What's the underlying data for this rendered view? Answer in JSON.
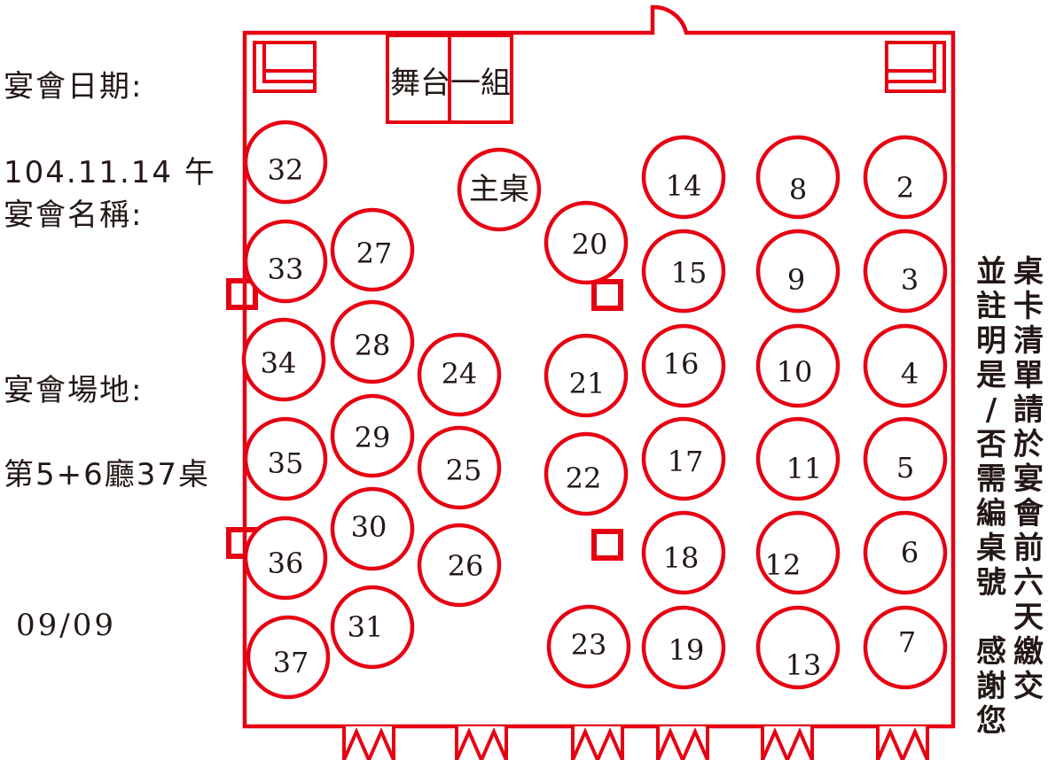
{
  "info": {
    "date_label": "宴會日期:",
    "date_value": "104.11.14 午",
    "name_label": "宴會名稱:",
    "venue_label": "宴會場地:",
    "venue_value": "第5+6廳37桌",
    "page_number": "09/09"
  },
  "stage": {
    "label": "舞台一組"
  },
  "main_table": {
    "label": "主桌"
  },
  "tables": [
    "32",
    "33",
    "34",
    "35",
    "36",
    "37",
    "27",
    "28",
    "29",
    "30",
    "31",
    "24",
    "25",
    "26",
    "20",
    "21",
    "22",
    "23",
    "14",
    "15",
    "16",
    "17",
    "18",
    "19",
    "8",
    "9",
    "10",
    "11",
    "12",
    "13",
    "2",
    "3",
    "4",
    "5",
    "6",
    "7"
  ],
  "notes": {
    "line1": "桌卡清單請於宴會前六天繳交",
    "line2": "並註明是/否需編桌號  感謝您"
  },
  "colors": {
    "accent": "#e60012",
    "text": "#231815"
  }
}
